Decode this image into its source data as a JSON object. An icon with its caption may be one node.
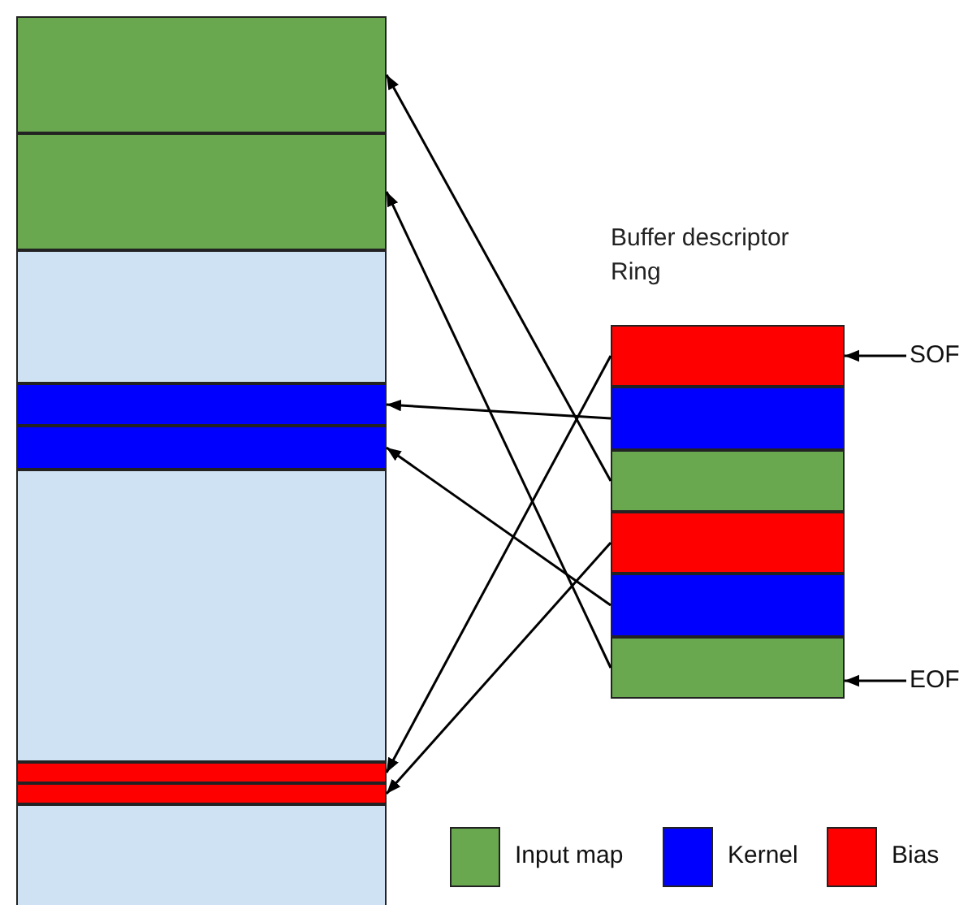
{
  "diagram": {
    "nodes": [
      {
        "text": [],
        "shape": "box"
      },
      {
        "text": [],
        "shape": "box"
      },
      {
        "text": [],
        "shape": "box"
      },
      {
        "text": [],
        "shape": "box"
      },
      {
        "text": [],
        "shape": "box"
      },
      {
        "text": [],
        "shape": "box"
      },
      {
        "text": [],
        "shape": "box"
      },
      {
        "text": [],
        "shape": "box"
      },
      {
        "text": [],
        "shape": "box"
      },
      {
        "text": [],
        "shape": "box"
      },
      {
        "text": [],
        "shape": "box"
      },
      {
        "text": [],
        "shape": "box"
      },
      {
        "text": [],
        "shape": "box"
      },
      {
        "text": [],
        "shape": "box"
      },
      {
        "text": [],
        "shape": "box"
      },
      {
        "text": [
          "SOF"
        ]
      },
      {
        "text": [
          "EOF"
        ]
      }
    ],
    "edges": [
      {
        "from": 9,
        "to": 6,
        "arrow": "to"
      },
      {
        "from": 10,
        "to": 3,
        "arrow": "to"
      },
      {
        "from": 11,
        "to": 0,
        "arrow": "to"
      },
      {
        "from": 12,
        "to": 7,
        "arrow": "to"
      },
      {
        "from": 13,
        "to": 4,
        "arrow": "to"
      },
      {
        "from": 14,
        "to": 1,
        "arrow": "to"
      },
      {
        "from": 15,
        "to": 9,
        "arrow": "to"
      },
      {
        "from": 16,
        "to": 14,
        "arrow": "to"
      }
    ],
    "labels": [
      "Buffer descriptor Ring"
    ],
    "legend": [
      {
        "text": "Input map",
        "color": "#6aa84f"
      },
      {
        "text": "Kernel",
        "color": "#0000ff"
      },
      {
        "text": "Bias",
        "color": "#ff0000"
      }
    ]
  }
}
